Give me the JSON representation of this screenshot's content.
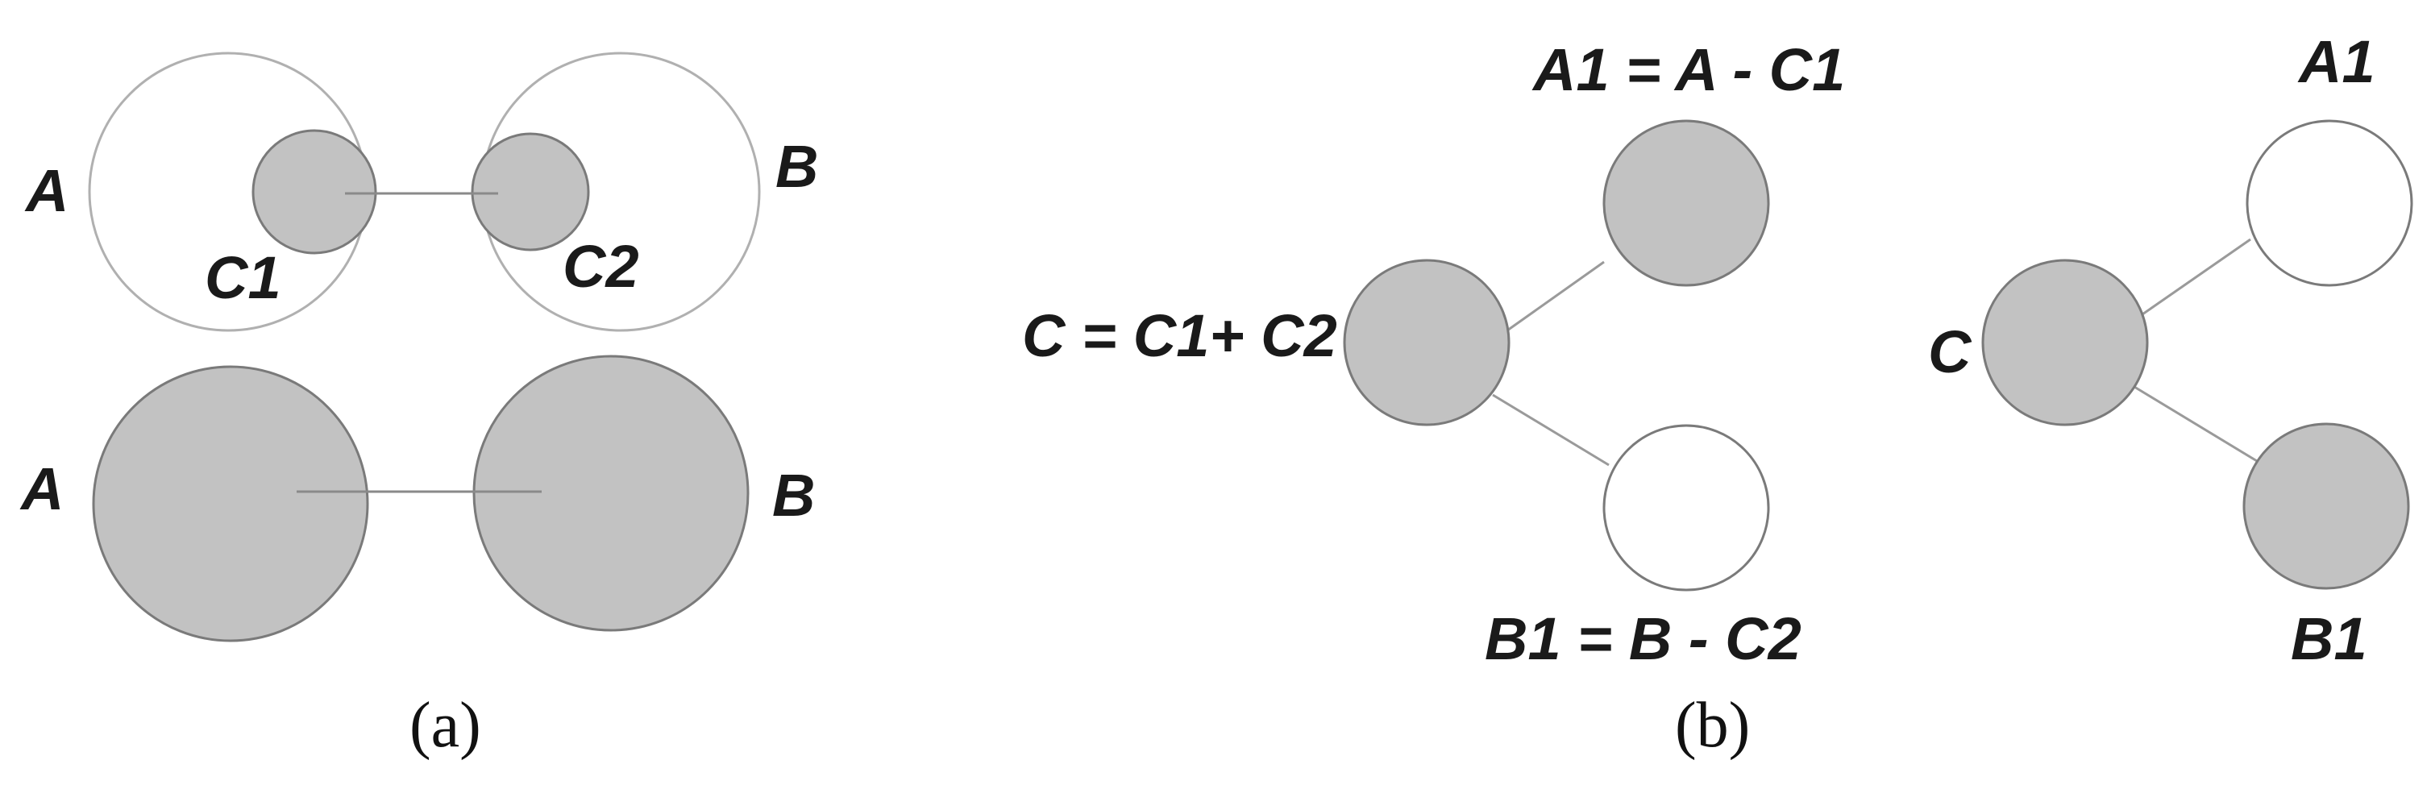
{
  "colors": {
    "node_fill": "#c2c2c2",
    "node_stroke": "#7a7a7a",
    "empty_fill": "#ffffff",
    "edge": "#8a8a8a",
    "text": "#1a1a1a"
  },
  "panel_a": {
    "caption": "(a)",
    "top": {
      "label_a": "A",
      "label_b": "B",
      "label_c1": "C1",
      "label_c2": "C2"
    },
    "bottom": {
      "label_a": "A",
      "label_b": "B"
    }
  },
  "panel_b": {
    "caption": "(b)",
    "left": {
      "label_c": "C = C1+ C2",
      "label_a1": "A1 = A - C1",
      "label_b1": "B1 = B - C2"
    },
    "right": {
      "label_c": "C",
      "label_a1": "A1",
      "label_b1": "B1"
    }
  }
}
